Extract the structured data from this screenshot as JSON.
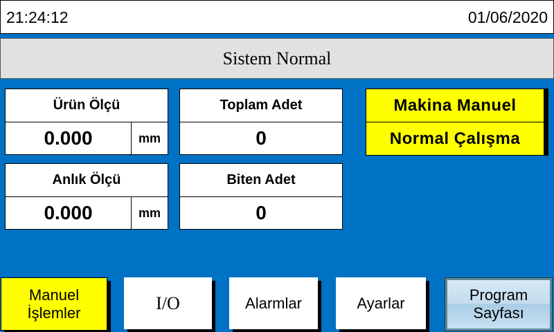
{
  "header": {
    "time": "21:24:12",
    "date": "01/06/2020"
  },
  "status": "Sistem Normal",
  "panels": {
    "urun_olcu": {
      "label": "Ürün Ölçü",
      "value": "0.000",
      "unit": "mm"
    },
    "anlik_olcu": {
      "label": "Anlık Ölçü",
      "value": "0.000",
      "unit": "mm"
    },
    "toplam_adet": {
      "label": "Toplam Adet",
      "value": "0"
    },
    "biten_adet": {
      "label": "Biten Adet",
      "value": "0"
    }
  },
  "mode": {
    "line1": "Makina Manuel",
    "line2": "Normal Çalışma"
  },
  "nav": {
    "manuel1": "Manuel",
    "manuel2": "İşlemler",
    "io": "I/O",
    "alarmlar": "Alarmlar",
    "ayarlar": "Ayarlar",
    "program1": "Program",
    "program2": "Sayfası"
  },
  "colors": {
    "background": "#0072c5",
    "highlight": "#ffff00"
  }
}
